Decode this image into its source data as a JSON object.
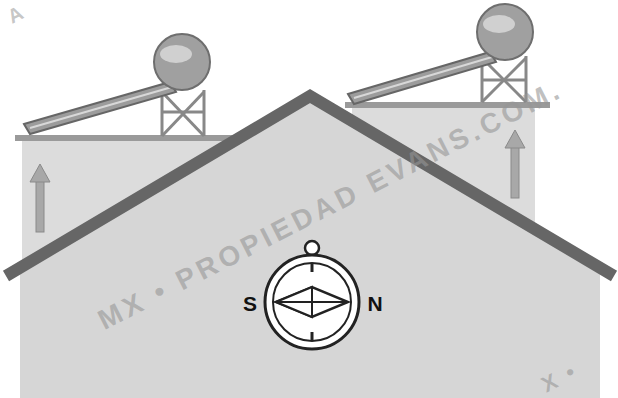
{
  "diagram": {
    "labels": [
      "A",
      "MX • PROPIEDAD EVANS.COM.",
      "S",
      "N",
      "X •"
    ]
  }
}
